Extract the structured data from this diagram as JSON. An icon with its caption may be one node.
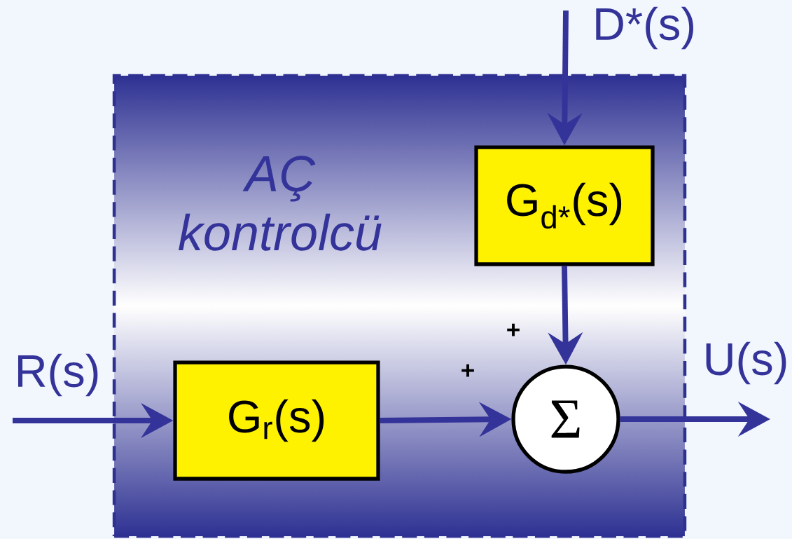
{
  "diagram": {
    "nodes": [
      {
        "text": [
          "AÇ kontrolcü"
        ]
      },
      {
        "text": [
          "G$_{d*}$(s)"
        ],
        "in": 0
      },
      {
        "text": [
          "G$_{r}$(s)"
        ],
        "in": 0
      },
      {
        "text": [
          "Σ"
        ],
        "in": 0
      }
    ],
    "edges": [
      {
        "from": null,
        "to": 1,
        "arrow": "to",
        "label": "D*(s)"
      },
      {
        "from": null,
        "to": 2,
        "arrow": "to",
        "label": "R(s)"
      },
      {
        "from": 2,
        "to": 3,
        "arrow": "to",
        "label": "+"
      },
      {
        "from": 1,
        "to": 3,
        "arrow": "to",
        "label": "+"
      },
      {
        "from": 3,
        "to": null,
        "arrow": "to",
        "label": "U(s)"
      }
    ]
  }
}
